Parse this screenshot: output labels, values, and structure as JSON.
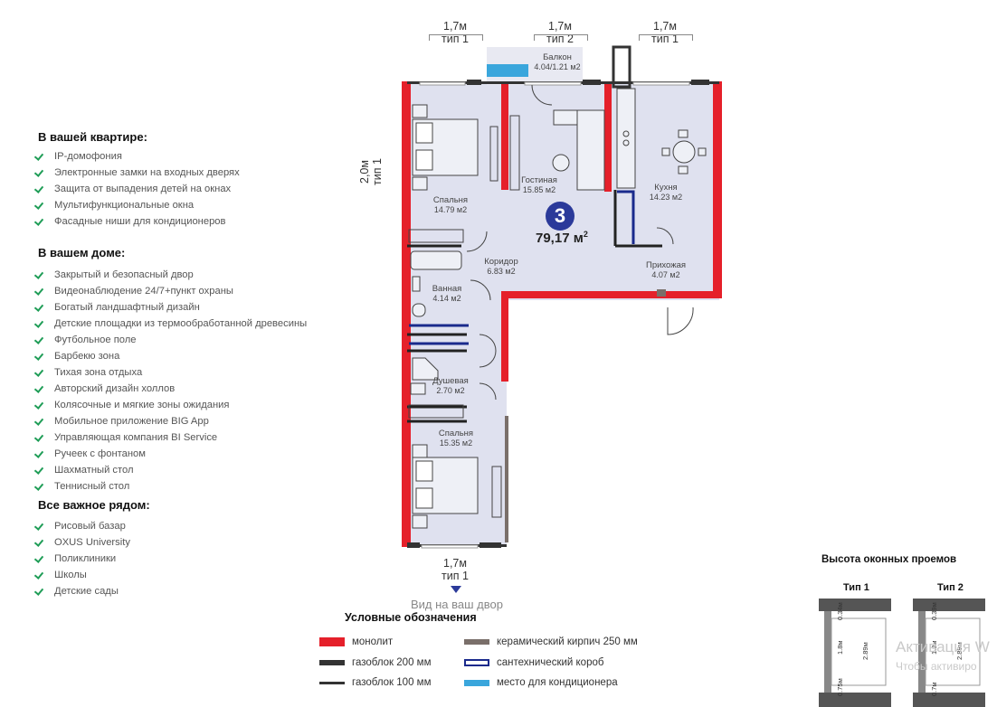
{
  "sections": {
    "apartment": {
      "title": "В вашей квартире:",
      "items": [
        "IP-домофония",
        "Электронные замки на входных дверях",
        "Защита от выпадения детей на окнах",
        "Мультифункциональные окна",
        "Фасадные ниши для кондиционеров"
      ]
    },
    "house": {
      "title": "В вашем доме:",
      "items": [
        "Закрытый и безопасный двор",
        "Видеонаблюдение 24/7+пункт охраны",
        "Богатый ландшафтный дизайн",
        "Детские площадки из термообработанной древесины",
        "Футбольное поле",
        "Барбекю зона",
        "Тихая зона отдыха",
        "Авторский дизайн холлов",
        "Колясочные и мягкие зоны ожидания",
        "Мобильное приложение BIG App",
        "Управляющая компания BI Service",
        "Ручеек с фонтаном",
        "Шахматный стол",
        "Теннисный стол"
      ]
    },
    "nearby": {
      "title": "Все важное рядом:",
      "items": [
        "Рисовый базар",
        "OXUS University",
        "Поликлиники",
        "Школы",
        "Детские сады"
      ]
    }
  },
  "dimensions": {
    "top": [
      {
        "size": "1,7м",
        "type": "тип 1"
      },
      {
        "size": "1,7м",
        "type": "тип 2"
      },
      {
        "size": "1,7м",
        "type": "тип 1"
      }
    ],
    "side": {
      "size": "2,0м",
      "type": "тип 1"
    },
    "bottom": {
      "size": "1,7м",
      "type": "тип 1"
    }
  },
  "rooms": {
    "balcony": {
      "name": "Балкон",
      "area": "4.04/1.21",
      "unit": "м2"
    },
    "living": {
      "name": "Гостиная",
      "area": "15.85",
      "unit": "м2"
    },
    "bedroom1": {
      "name": "Спальня",
      "area": "14.79",
      "unit": "м2"
    },
    "kitchen": {
      "name": "Кухня",
      "area": "14.23",
      "unit": "м2"
    },
    "corridor": {
      "name": "Коридор",
      "area": "6.83",
      "unit": "м2"
    },
    "hall": {
      "name": "Прихожая",
      "area": "4.07",
      "unit": "м2"
    },
    "bathroom": {
      "name": "Ванная",
      "area": "4.14",
      "unit": "м2"
    },
    "shower": {
      "name": "Душевая",
      "area": "2.70",
      "unit": "м2"
    },
    "bedroom2": {
      "name": "Спальня",
      "area": "15.35",
      "unit": "м2"
    }
  },
  "apartment": {
    "rooms_count": "3",
    "total_area": "79,17 м",
    "area_sup": "2"
  },
  "view_label": "Вид на ваш двор",
  "legend": {
    "title": "Условные обозначения",
    "items": [
      {
        "label": "монолит",
        "color": "#e5202a",
        "kind": "fill"
      },
      {
        "label": "газоблок 200 мм",
        "color": "#333333",
        "kind": "fill"
      },
      {
        "label": "газоблок 100 мм",
        "color": "#333333",
        "kind": "thin"
      },
      {
        "label": "керамический кирпич 250 мм",
        "color": "#7a6f6a",
        "kind": "fill"
      },
      {
        "label": "сантехнический короб",
        "color": "#1a2a8c",
        "kind": "outline"
      },
      {
        "label": "место для кондиционера",
        "color": "#3aa6dc",
        "kind": "fill"
      }
    ]
  },
  "window_heights": {
    "title": "Высота оконных проемов",
    "types": [
      {
        "name": "Тип 1",
        "top": "0.34м",
        "mid": "1.8м",
        "total": "2.89м",
        "bottom": "0.75м"
      },
      {
        "name": "Тип 2",
        "top": "0.39м",
        "mid": "1.8м",
        "total": "2.89м",
        "bottom": "0.7м"
      }
    ]
  },
  "colors": {
    "monolith": "#e5202a",
    "floor": "#dfe1ef",
    "accent": "#2b3a9a",
    "check": "#1f9d57",
    "plumbing": "#1a2a8c",
    "ac": "#3aa6dc"
  },
  "watermark": {
    "line1": "Активация W",
    "line2": "Чтобы активиро"
  }
}
